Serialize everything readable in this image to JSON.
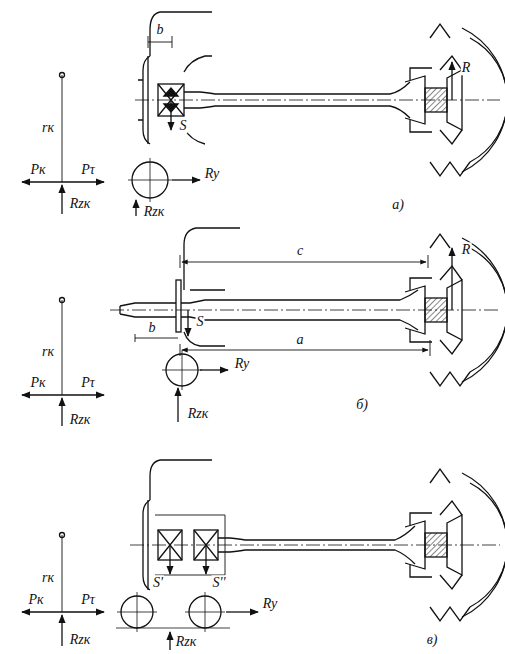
{
  "diagram": {
    "labels": [
      "b",
      "S",
      "R",
      "rк",
      "Pк",
      "Pτ",
      "Rzк",
      "Ry",
      "Rzк",
      "а)",
      "c",
      "R",
      "b",
      "S",
      "a",
      "rк",
      "Pк",
      "Pτ",
      "Ry",
      "Rzк",
      "Rzк",
      "б)",
      "S'",
      "S''",
      "rк",
      "Pк",
      "Pτ",
      "Rzк",
      "Rzк",
      "Ry",
      "в)"
    ]
  }
}
